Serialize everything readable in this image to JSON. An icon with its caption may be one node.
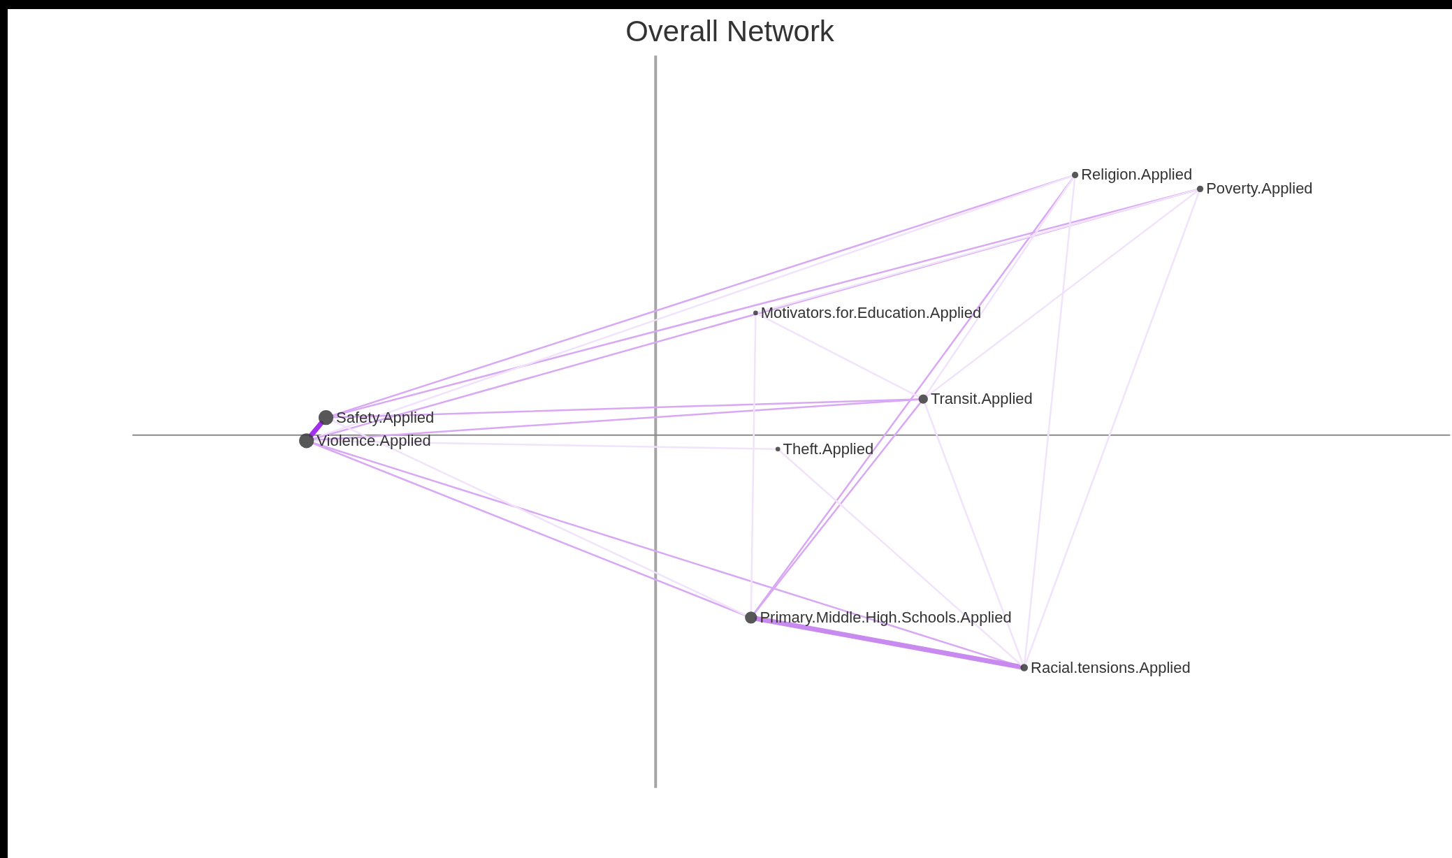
{
  "diagram": {
    "title": "Overall Network",
    "nodes": [
      {
        "text": [
          "Religion.Applied"
        ]
      },
      {
        "text": [
          "Poverty.Applied"
        ]
      },
      {
        "text": [
          "Motivators.for.Education.Applied"
        ]
      },
      {
        "text": [
          "Transit.Applied"
        ]
      },
      {
        "text": [
          "Safety.Applied"
        ]
      },
      {
        "text": [
          "Violence.Applied"
        ]
      },
      {
        "text": [
          "Theft.Applied"
        ]
      },
      {
        "text": [
          "Primary.Middle.High.Schools.Applied"
        ]
      },
      {
        "text": [
          "Racial.tensions.Applied"
        ]
      }
    ],
    "edges": [
      {
        "from": 4,
        "to": 5,
        "arrow": "none",
        "style": "thick",
        "color": "#a22ef0"
      },
      {
        "from": 4,
        "to": 0,
        "arrow": "none"
      },
      {
        "from": 4,
        "to": 1,
        "arrow": "none"
      },
      {
        "from": 5,
        "to": 0,
        "arrow": "none",
        "color": "#f1e3fb"
      },
      {
        "from": 5,
        "to": 1,
        "arrow": "none"
      },
      {
        "from": 4,
        "to": 3,
        "arrow": "none"
      },
      {
        "from": 5,
        "to": 3,
        "arrow": "none"
      },
      {
        "from": 5,
        "to": 7,
        "arrow": "none"
      },
      {
        "from": 5,
        "to": 8,
        "arrow": "none"
      },
      {
        "from": 4,
        "to": 7,
        "arrow": "none",
        "color": "#f1e3fb"
      },
      {
        "from": 7,
        "to": 8,
        "arrow": "none",
        "style": "thick",
        "color": "#c98af0"
      },
      {
        "from": 7,
        "to": 0,
        "arrow": "none"
      },
      {
        "from": 7,
        "to": 3,
        "arrow": "none"
      },
      {
        "from": 2,
        "to": 7,
        "arrow": "none",
        "color": "#f1e3fb"
      },
      {
        "from": 2,
        "to": 3,
        "arrow": "none",
        "color": "#f1e3fb"
      },
      {
        "from": 3,
        "to": 0,
        "arrow": "none",
        "color": "#f1e3fb"
      },
      {
        "from": 3,
        "to": 1,
        "arrow": "none",
        "color": "#f1e3fb"
      },
      {
        "from": 8,
        "to": 0,
        "arrow": "none",
        "color": "#f1e3fb"
      },
      {
        "from": 8,
        "to": 1,
        "arrow": "none",
        "color": "#f1e3fb"
      },
      {
        "from": 8,
        "to": 3,
        "arrow": "none",
        "color": "#f1e3fb"
      },
      {
        "from": 6,
        "to": 5,
        "arrow": "none",
        "color": "#f1e3fb"
      },
      {
        "from": 2,
        "to": 1,
        "arrow": "none",
        "color": "#f1e3fb"
      },
      {
        "from": 6,
        "to": 8,
        "arrow": "none",
        "color": "#f1e3fb"
      }
    ]
  }
}
